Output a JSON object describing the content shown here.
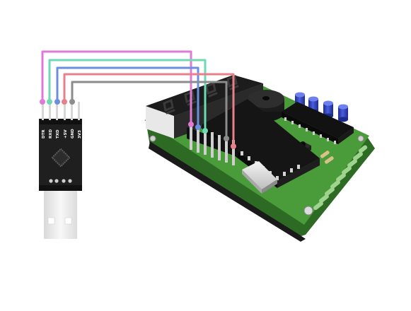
{
  "usb_adapter": {
    "pins": [
      {
        "label": "DTR",
        "wire_color": "#e07ad6"
      },
      {
        "label": "RXD",
        "wire_color": "#6fd9b3"
      },
      {
        "label": "TXD",
        "wire_color": "#6a8fe0"
      },
      {
        "label": "+5V",
        "wire_color": "#e8808c"
      },
      {
        "label": "GND",
        "wire_color": "#8c8c8c"
      },
      {
        "label": "3V3",
        "wire_color": ""
      }
    ]
  },
  "colors": {
    "pcb_green": "#4a9b3a",
    "pcb_edge": "#2d6b24",
    "adapter_black": "#1f1f1f",
    "usb_plug": "#ebebeb",
    "display_segment": "#3a3a3a",
    "capacitor_blue": "#2a3fb5",
    "led_red": "#e21b1b"
  },
  "icons": {
    "usb_plug": "usb-a-plug-icon",
    "chip": "qfn-chip-icon",
    "buzzer": "buzzer-icon"
  }
}
